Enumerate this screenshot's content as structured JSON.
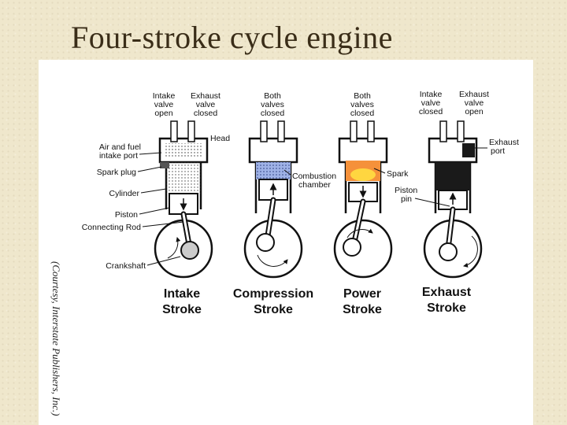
{
  "slide": {
    "title": "Four-stroke cycle engine"
  },
  "diagram": {
    "courtesy": "(Courtesy, Interstate Publishers, Inc.)",
    "strokes": [
      {
        "name_line1": "Intake",
        "name_line2": "Stroke",
        "top_left": [
          "Intake",
          "valve",
          "open"
        ],
        "top_right": [
          "Exhaust",
          "valve",
          "closed"
        ]
      },
      {
        "name_line1": "Compression",
        "name_line2": "Stroke",
        "top_center": [
          "Both",
          "valves",
          "closed"
        ]
      },
      {
        "name_line1": "Power",
        "name_line2": "Stroke",
        "top_center": [
          "Both",
          "valves",
          "closed"
        ]
      },
      {
        "name_line1": "Exhaust",
        "name_line2": "Stroke",
        "top_left": [
          "Intake",
          "valve",
          "closed"
        ],
        "top_right": [
          "Exhaust",
          "valve",
          "open"
        ]
      }
    ],
    "part_labels": {
      "head": "Head",
      "air_fuel_line1": "Air and fuel",
      "air_fuel_line2": "intake port",
      "spark_plug": "Spark plug",
      "cylinder": "Cylinder",
      "piston": "Piston",
      "connecting_rod": "Connecting Rod",
      "crankshaft": "Crankshaft",
      "combustion_line1": "Combustion",
      "combustion_line2": "chamber",
      "spark": "Spark",
      "exhaust_port_line1": "Exhaust",
      "exhaust_port_line2": "port",
      "piston_pin_line1": "Piston",
      "piston_pin_line2": "pin"
    },
    "colors": {
      "compression_charge": "#9fb2e6",
      "power_flame": "#f5913a",
      "power_flame_core": "#ffd640",
      "exhaust_gas": "#1a1a1a",
      "intake_charge": "#d9d9d9"
    }
  }
}
